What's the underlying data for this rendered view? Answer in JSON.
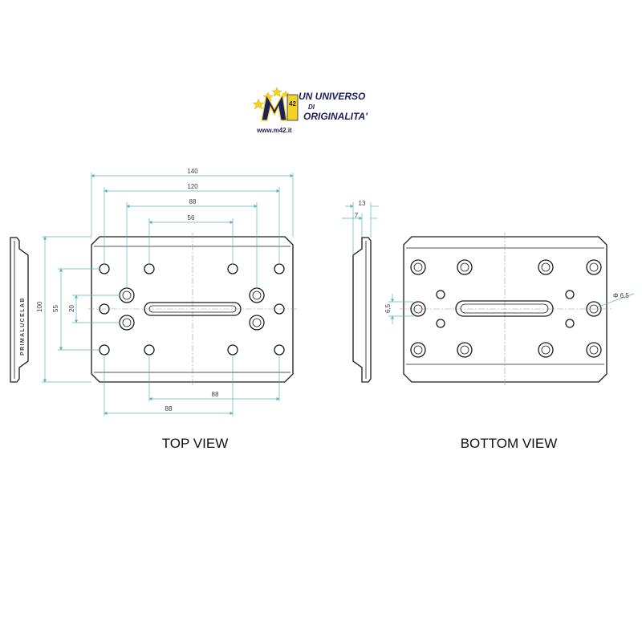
{
  "logo": {
    "mark": "M",
    "mark_sub": "42",
    "line1": "UN UNIVERSO",
    "line2": "DI",
    "line3": "ORIGINALITA'",
    "url": "www.m42.it",
    "colors": {
      "navy": "#1b1f5e",
      "yellow": "#f4d21f",
      "stars": "#f4d21f"
    }
  },
  "brand_vertical": "PRIMALUCELAB",
  "top_view": {
    "label": "TOP VIEW",
    "dims": {
      "width_140": "140",
      "width_120": "120",
      "width_88_top": "88",
      "width_56": "56",
      "height_100": "100",
      "height_55": "55",
      "height_20": "20",
      "width_88_bottom_a": "88",
      "width_88_bottom_b": "88"
    }
  },
  "side_view": {
    "dims": {
      "thick_13": "13",
      "thick_7": "7"
    }
  },
  "bottom_view": {
    "label": "BOTTOM VIEW",
    "dims": {
      "hole_6_5": "6,5",
      "diameter_6_5": "Φ 6,5"
    }
  },
  "colors": {
    "dimension": "#5fb3b8",
    "outline": "#1a1a1a"
  }
}
